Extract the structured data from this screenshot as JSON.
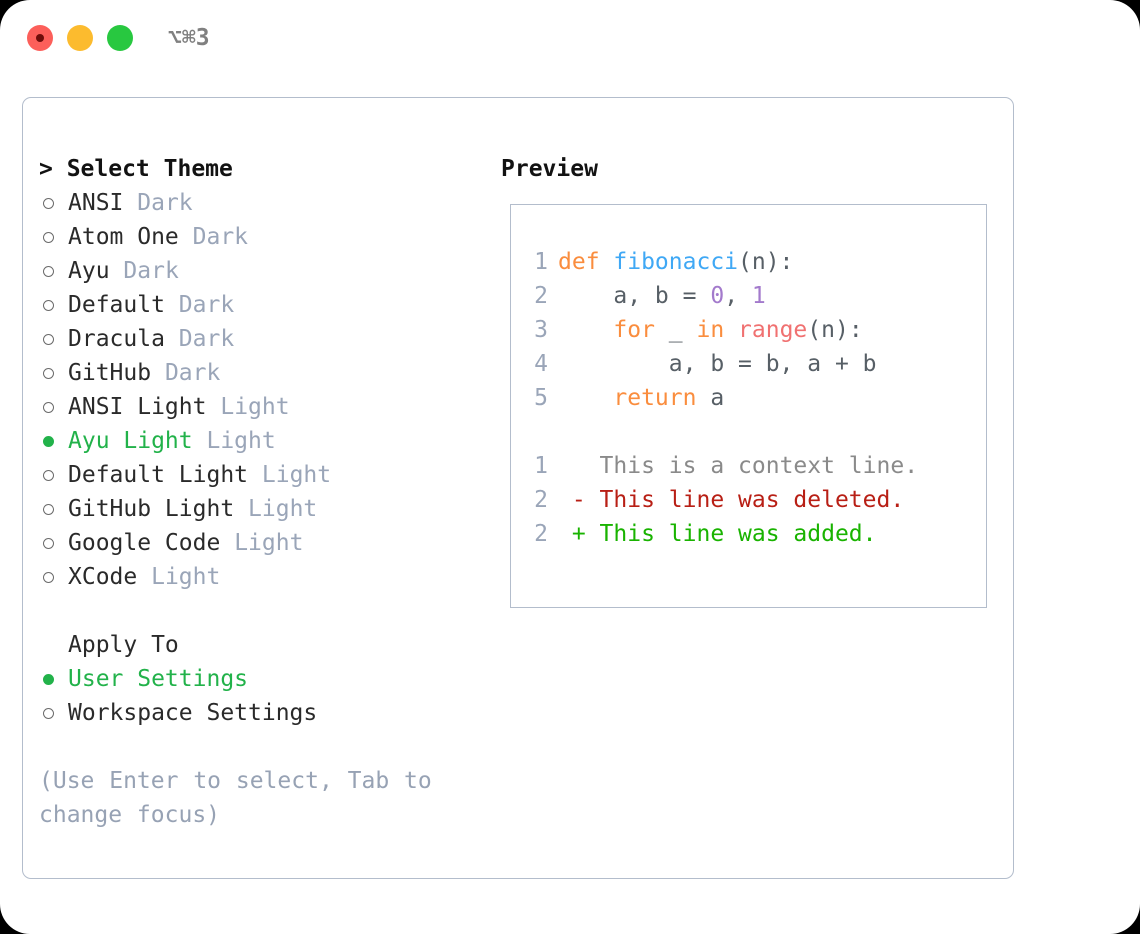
{
  "titlebar": {
    "shortcut": "⌥⌘3",
    "buttons": [
      {
        "name": "close",
        "color": "#fc5f5a"
      },
      {
        "name": "minimize",
        "color": "#fcbb2e"
      },
      {
        "name": "maximize",
        "color": "#28c840"
      }
    ]
  },
  "colors": {
    "accent_green": "#22b24a",
    "muted": "#9aa5b8",
    "border": "#b3bdcc",
    "keyword": "#fa8d3e",
    "function": "#3fa8f5",
    "number": "#a37acc",
    "builtin": "#f07171",
    "plain": "#575f66",
    "diff_deleted": "#b81f15",
    "diff_added": "#19b300"
  },
  "theme_picker": {
    "heading": "> Select Theme",
    "themes": [
      {
        "label": "ANSI",
        "badge": "Dark",
        "selected": false
      },
      {
        "label": "Atom One",
        "badge": "Dark",
        "selected": false
      },
      {
        "label": "Ayu",
        "badge": "Dark",
        "selected": false
      },
      {
        "label": "Default",
        "badge": "Dark",
        "selected": false
      },
      {
        "label": "Dracula",
        "badge": "Dark",
        "selected": false
      },
      {
        "label": "GitHub",
        "badge": "Dark",
        "selected": false
      },
      {
        "label": "ANSI Light",
        "badge": "Light",
        "selected": false
      },
      {
        "label": "Ayu Light",
        "badge": "Light",
        "selected": true
      },
      {
        "label": "Default Light",
        "badge": "Light",
        "selected": false
      },
      {
        "label": "GitHub Light",
        "badge": "Light",
        "selected": false
      },
      {
        "label": "Google Code",
        "badge": "Light",
        "selected": false
      },
      {
        "label": "XCode",
        "badge": "Light",
        "selected": false
      }
    ]
  },
  "apply_to": {
    "heading": "Apply To",
    "options": [
      {
        "label": "User Settings",
        "selected": true
      },
      {
        "label": "Workspace Settings",
        "selected": false
      }
    ]
  },
  "hint": "(Use Enter to select, Tab to change focus)",
  "preview": {
    "heading": "Preview",
    "code_lines": [
      {
        "num": "1",
        "tokens": [
          {
            "t": "def ",
            "c": "k"
          },
          {
            "t": "fibonacci",
            "c": "fn"
          },
          {
            "t": "(n):",
            "c": "pl"
          }
        ]
      },
      {
        "num": "2",
        "tokens": [
          {
            "t": "    a, b = ",
            "c": "pl"
          },
          {
            "t": "0",
            "c": "num"
          },
          {
            "t": ", ",
            "c": "pl"
          },
          {
            "t": "1",
            "c": "num"
          }
        ]
      },
      {
        "num": "3",
        "tokens": [
          {
            "t": "    ",
            "c": "pl"
          },
          {
            "t": "for",
            "c": "k"
          },
          {
            "t": " _ ",
            "c": "pl"
          },
          {
            "t": "in",
            "c": "k"
          },
          {
            "t": " ",
            "c": "pl"
          },
          {
            "t": "range",
            "c": "bi"
          },
          {
            "t": "(n):",
            "c": "pl"
          }
        ]
      },
      {
        "num": "4",
        "tokens": [
          {
            "t": "        a, b = b, a + b",
            "c": "pl"
          }
        ]
      },
      {
        "num": "5",
        "tokens": [
          {
            "t": "    ",
            "c": "pl"
          },
          {
            "t": "return",
            "c": "k"
          },
          {
            "t": " a",
            "c": "pl"
          }
        ]
      }
    ],
    "diff_lines": [
      {
        "num": "1",
        "marker": " ",
        "text": " This is a context line.",
        "kind": "ctx"
      },
      {
        "num": "2",
        "marker": "-",
        "text": " This line was deleted.",
        "kind": "del"
      },
      {
        "num": "2",
        "marker": "+",
        "text": " This line was added.",
        "kind": "add"
      }
    ]
  }
}
